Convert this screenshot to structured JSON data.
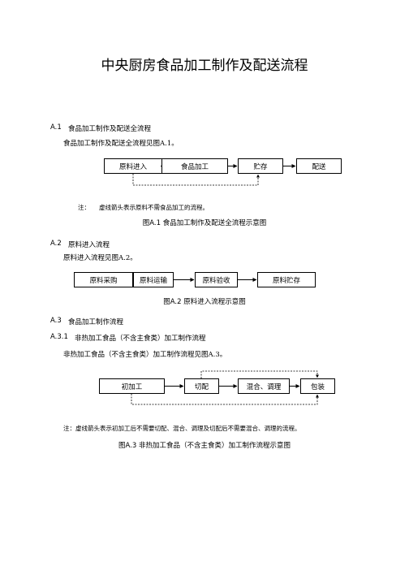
{
  "page_title": "中央厨房食品加工制作及配送流程",
  "sections": {
    "a1": {
      "heading_num": "A.1",
      "heading": "食品加工制作及配送全流程",
      "intro": "食品加工制作及配送全流程见图A.1。",
      "boxes": [
        "原料进入",
        "食品加工",
        "贮存",
        "配送"
      ],
      "note_label": "注：",
      "note_text": "虚线箭头表示原料不需食品加工的流程。",
      "caption": "图A.1 食品加工制作及配送全流程示意图"
    },
    "a2": {
      "heading_num": "A.2",
      "heading": "原料进入流程",
      "intro": "原料进入流程见图A.2。",
      "boxes": [
        "原料采购",
        "原料运输",
        "原料验收",
        "原料贮存"
      ],
      "caption": "图A.2 原料进入流程示意图"
    },
    "a3": {
      "heading_num": "A.3",
      "heading": "食品加工制作流程"
    },
    "a31": {
      "heading_num": "A.3.1",
      "heading": "非热加工食品（不含主食类）加工制作流程",
      "intro": "非热加工食品（不含主食类）加工制作流程见图A.3。",
      "boxes": [
        "初加工",
        "切配",
        "混合、调理",
        "包装"
      ],
      "note_text": "注：虚线箭头表示初加工后不需要切配、混合、调理及切配后不需要混合、调理的流程。",
      "caption": "图A.3 非热加工食品（不含主食类）加工制作流程示意图"
    }
  }
}
